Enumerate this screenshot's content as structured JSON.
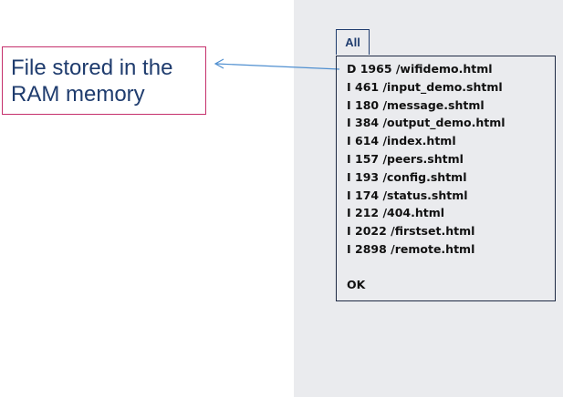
{
  "callout": {
    "line1": "File stored in the",
    "line2": "RAM memory"
  },
  "tab": {
    "label": "All"
  },
  "files": [
    "D 1965 /wifidemo.html",
    "I 461 /input_demo.shtml",
    "I 180 /message.shtml",
    "I 384 /output_demo.html",
    "I 614 /index.html",
    "I 157 /peers.shtml",
    "I 193 /config.shtml",
    "I 174 /status.shtml",
    "I 212 /404.html",
    "I 2022 /firstset.html",
    "I 2898 /remote.html"
  ],
  "status": {
    "ok": "OK"
  },
  "colors": {
    "callout_border": "#c5306c",
    "callout_text": "#1f3c6e",
    "arrow": "#4f8fd0",
    "panel_bg": "#eaebee"
  }
}
